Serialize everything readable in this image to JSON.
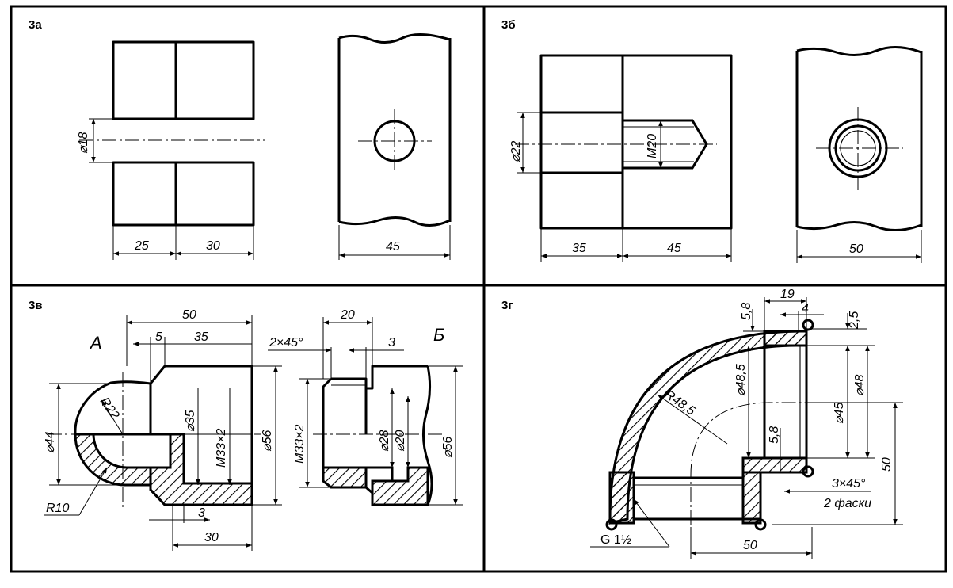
{
  "panels": {
    "a": {
      "title": "3а",
      "dims": {
        "hole_dia": "⌀18",
        "left_width": "25",
        "mid_width": "30",
        "side_width": "45"
      }
    },
    "b": {
      "title": "3б",
      "dims": {
        "hole_dia": "⌀22",
        "thread": "M20",
        "left_width": "35",
        "mid_width": "45",
        "side_width": "50"
      }
    },
    "v": {
      "title": "3в",
      "view_a": "A",
      "view_b": "Б",
      "dims": {
        "total": "50",
        "d5": "5",
        "d35": "35",
        "dia44": "⌀44",
        "r22": "R22",
        "dia35": "⌀35",
        "m33_left": "M33×2",
        "dia56_left": "⌀56",
        "r10": "R10",
        "d3": "3",
        "d30": "30",
        "chamfer": "2×45°",
        "d20": "20",
        "d3b": "3",
        "m33_right": "M33×2",
        "dia28": "⌀28",
        "dia20": "⌀20",
        "dia56_right": "⌀56"
      }
    },
    "g": {
      "title": "3г",
      "dims": {
        "d58_top": "5,8",
        "d19": "19",
        "d4": "4",
        "d25": "2,5",
        "dia485": "⌀48,5",
        "dia48": "⌀48",
        "dia45": "⌀45",
        "r485": "R48,5",
        "d58_mid": "5,8",
        "d50_v": "50",
        "chamfer": "3×45°",
        "chamfer_note": "2 фаски",
        "thread": "G 1½",
        "d50_h": "50"
      }
    }
  },
  "colors": {
    "ink": "#000000",
    "paper": "#ffffff"
  }
}
